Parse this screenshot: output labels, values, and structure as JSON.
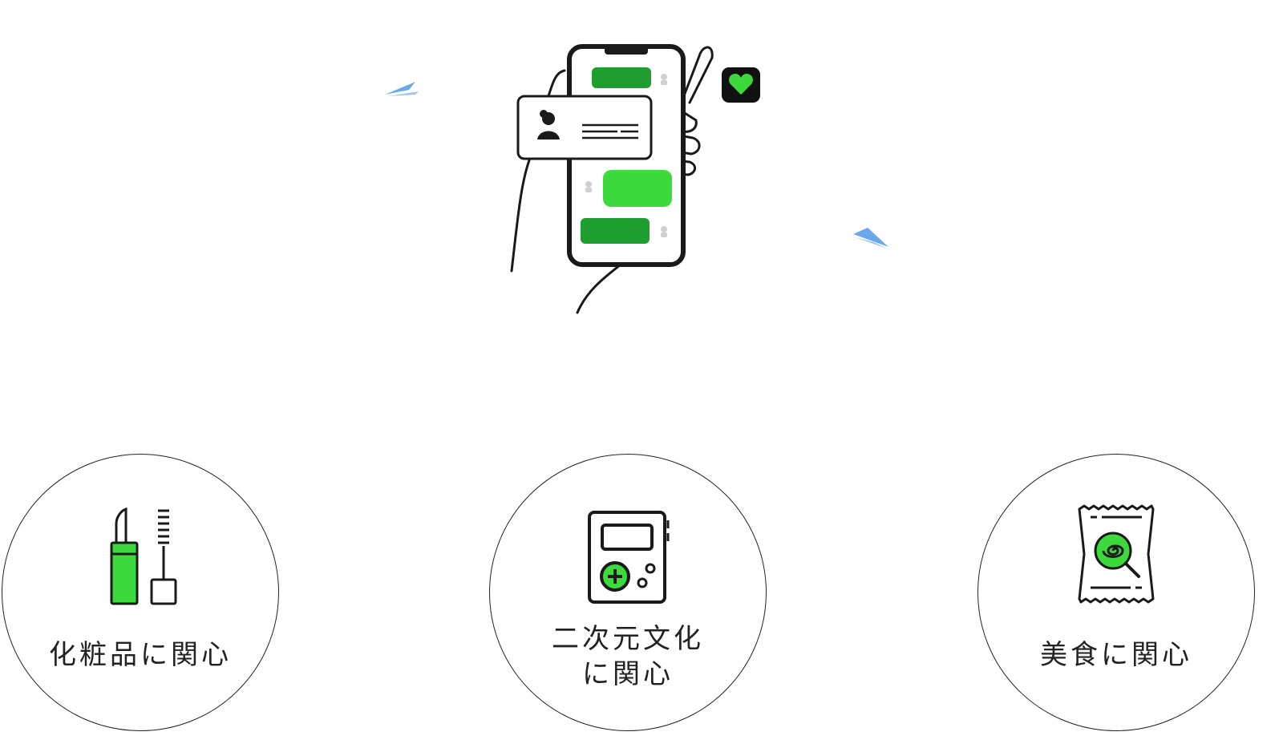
{
  "colors": {
    "accent_green": "#3dda3d",
    "dark_green": "#1f9e30",
    "line": "#1a1a1a",
    "spark_blue": "#6aa8ee"
  },
  "hero": {
    "icons": [
      "smartphone-hand-illustration",
      "heart-icon",
      "profile-card-icon",
      "chat-bubble-icon"
    ]
  },
  "interests": [
    {
      "id": "cosmetics",
      "icon": "lipstick-mascara-icon",
      "label": "化粧品に関心"
    },
    {
      "id": "anime",
      "icon": "handheld-game-icon",
      "label": "二次元文化\nに関心"
    },
    {
      "id": "food",
      "icon": "candy-snack-icon",
      "label": "美食に関心"
    }
  ]
}
